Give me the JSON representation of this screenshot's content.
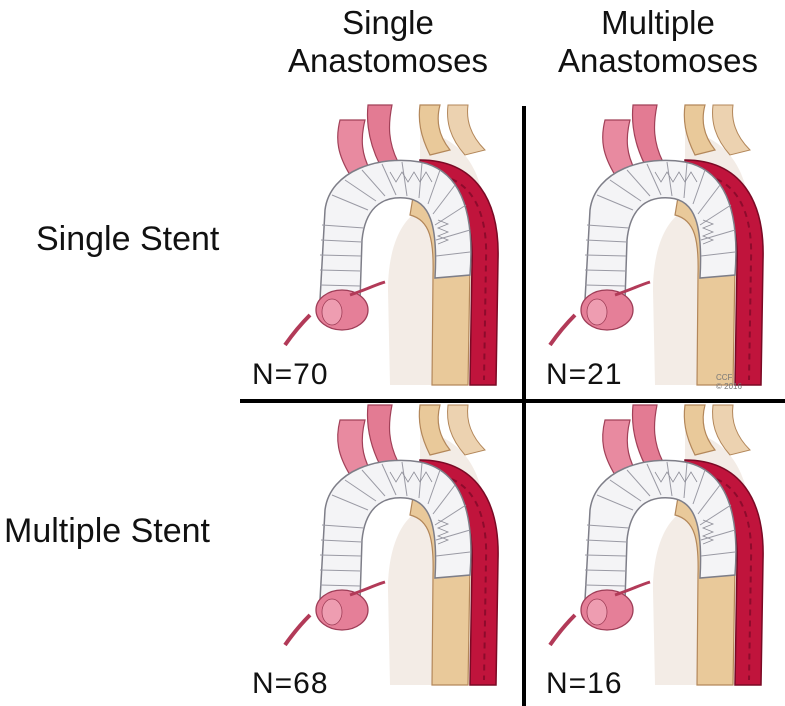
{
  "columns": [
    {
      "line1": "Single",
      "line2": "Anastomoses"
    },
    {
      "line1": "Multiple",
      "line2": "Anastomoses"
    }
  ],
  "rows": [
    {
      "label": "Single Stent"
    },
    {
      "label": "Multiple Stent"
    }
  ],
  "cells": [
    {
      "n": "N=70",
      "anastomoses": "single",
      "stent": "single"
    },
    {
      "n": "N=21",
      "anastomoses": "multiple",
      "stent": "single"
    },
    {
      "n": "N=68",
      "anastomoses": "single",
      "stent": "multiple"
    },
    {
      "n": "N=16",
      "anastomoses": "multiple",
      "stent": "multiple"
    }
  ],
  "signature": {
    "line1": "CCF",
    "line2": "© 2016"
  },
  "colors": {
    "aorta_red": "#c0143c",
    "tissue_pink": "#e88aa0",
    "tube_beige": "#e9c99a",
    "graft_white": "#f4f4f6",
    "graft_line": "#9a9aa4",
    "divider": "#000000"
  }
}
